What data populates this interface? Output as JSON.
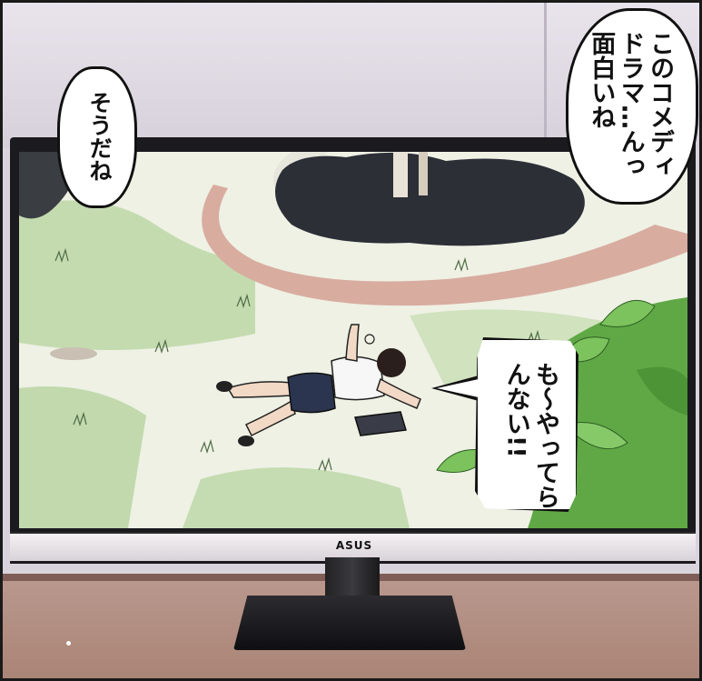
{
  "monitor": {
    "brand": "ASUS"
  },
  "speech": {
    "top_right": "このコメディドラマ…んっ面白いね",
    "left": "そうだね",
    "screen_right": "も〜やってらんない!!"
  },
  "colors": {
    "grass": "#9fc48a",
    "path": "#d9aca0",
    "bush": "#2c2f36",
    "leaves": "#5fa845",
    "table": "#b08d82",
    "wall": "#e2dde6"
  }
}
